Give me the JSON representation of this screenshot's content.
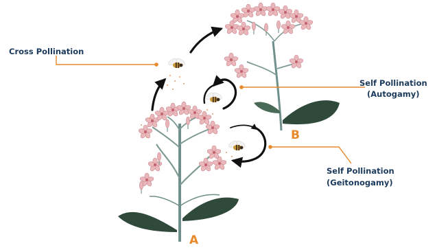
{
  "labels": {
    "cross": "Cross Pollination",
    "self_auto_line1": "Self Pollination",
    "self_auto_line2": "(Autogamy)",
    "self_geito_line1": "Self Pollination",
    "self_geito_line2": "(Geitonogamy)"
  },
  "plants": {
    "a": "A",
    "b": "B"
  },
  "colors": {
    "label_text": "#1b3a5c",
    "leader_line": "#e8892b",
    "plant_letter": "#e8892b",
    "stem": "#6f8f8a",
    "leaf": "#2f4a3a",
    "flower": "#e8b4b8",
    "flower_center": "#c2626e",
    "arrow": "#111111"
  }
}
